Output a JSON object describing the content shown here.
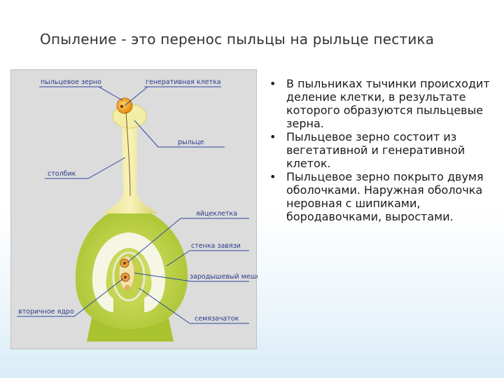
{
  "slide": {
    "title": "Опыление - это перенос пыльцы на рыльце пестика"
  },
  "diagram": {
    "labels": {
      "pollen_grain": "пыльцевое зерно",
      "generative_cell": "генеративная клетка",
      "stigma": "рыльце",
      "style": "столбик",
      "egg_cell": "яйцеклетка",
      "ovary_wall": "стенка завязи",
      "embryo_sac": "зародышевый мешок",
      "secondary_nucleus": "вторичное ядро",
      "ovule": "семязачаток"
    },
    "colors": {
      "panel_bg": "#dcdcdc",
      "pistil_green": "#b7cc3a",
      "style_yellow": "#f3eea6",
      "pollen_orange": "#f0a020",
      "label_blue": "#2a3a8a",
      "leader_line": "#2b4aa0"
    }
  },
  "bullets": [
    {
      "text": "В пыльниках тычинки происходит деление клетки, в результате которого образуются пыльцевые зерна."
    },
    {
      "text": "Пыльцевое зерно состоит из вегетативной и генеративной клеток."
    },
    {
      "text": "Пыльцевое зерно покрыто двумя оболочками. Наружная оболочка неровная с шипиками, бородавочками, выростами."
    }
  ]
}
